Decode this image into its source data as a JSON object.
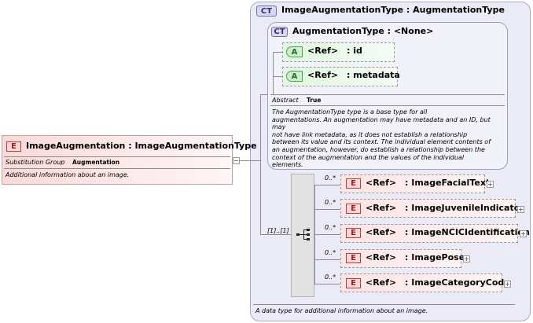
{
  "outer_type": {
    "badge": "CT",
    "name": "ImageAugmentationType",
    "base": "AugmentationType",
    "documentation": "A data type for additional information about an image."
  },
  "inner_type": {
    "badge": "CT",
    "name": "AugmentationType",
    "base": "<None>",
    "abstract_label": "Abstract",
    "abstract_value": "True",
    "documentation": [
      "The AugmentationType type is a base type for all",
      "augmentations. An augmentation may have metadata and an ID, but may",
      "not have link metadata, as it does not establish a relationship",
      "between its value and its context. The individual element contents of",
      "an augmentation, however, do establish a relationship between the",
      "context of the augmentation and the values of the individual",
      "elements."
    ],
    "attributes": [
      {
        "badge": "A",
        "ref": "<Ref>",
        "name": ": id"
      },
      {
        "badge": "A",
        "ref": "<Ref>",
        "name": ": metadata"
      }
    ]
  },
  "root_element": {
    "badge": "E",
    "name": "ImageAugmentation",
    "type": ": ImageAugmentationType",
    "property_label": "Substitution Group",
    "property_value": "Augmentation",
    "documentation": "Additional information about an image."
  },
  "sequence": {
    "cardinality": "[1]..[1]",
    "children": [
      {
        "badge": "E",
        "ref": "<Ref>",
        "name": ": ImageFacialText",
        "cardinality": "0..*"
      },
      {
        "badge": "E",
        "ref": "<Ref>",
        "name": ": ImageJuvenileIndicator",
        "cardinality": "0..*"
      },
      {
        "badge": "E",
        "ref": "<Ref>",
        "name": ": ImageNCICIdentification",
        "cardinality": "0..*"
      },
      {
        "badge": "E",
        "ref": "<Ref>",
        "name": ": ImagePose",
        "cardinality": "0..*"
      },
      {
        "badge": "E",
        "ref": "<Ref>",
        "name": ": ImageCategoryCode",
        "cardinality": "0..*"
      }
    ]
  },
  "colors": {
    "element": "#f8d8d8",
    "attribute": "#cfeecf",
    "complex_type": "#e6e6f8"
  }
}
